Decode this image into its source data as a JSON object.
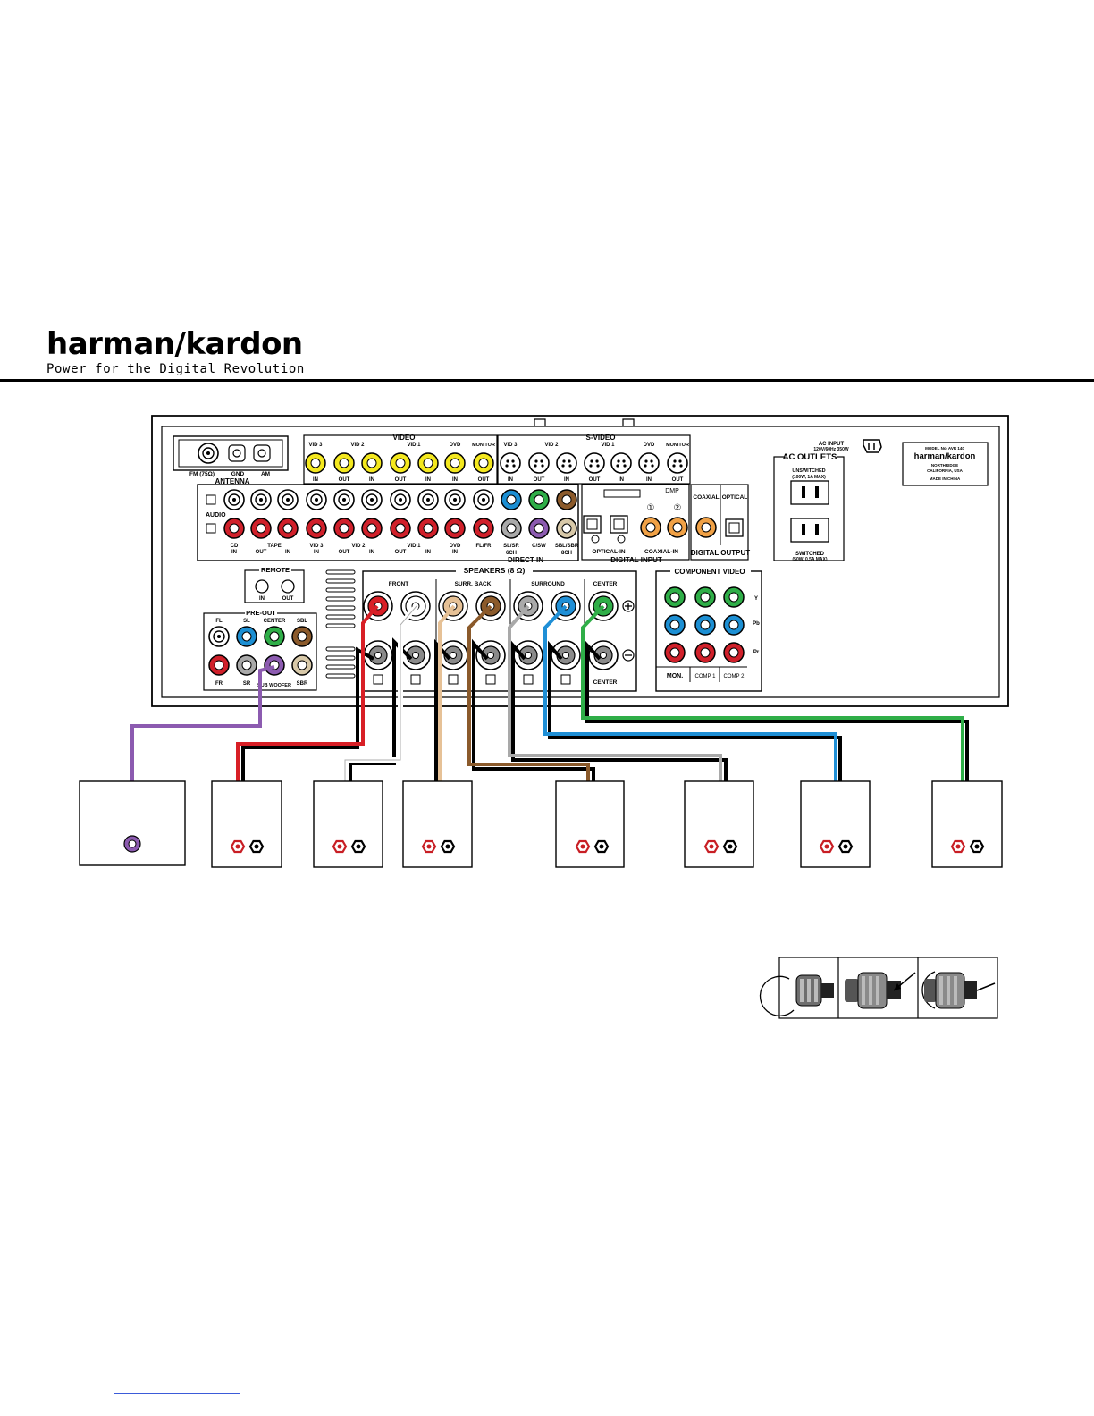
{
  "brand": {
    "name": "harman/kardon",
    "tagline": "Power for the Digital Revolution"
  },
  "panel": {
    "antenna": {
      "title": "ANTENNA",
      "labels": [
        "FM (75Ω)",
        "GND",
        "AM"
      ]
    },
    "video": {
      "title": "VIDEO",
      "groups": [
        "VID 3",
        "VID 2",
        "VID 1",
        "DVD",
        "MONITOR"
      ],
      "io": [
        "IN",
        "OUT",
        "IN",
        "OUT",
        "IN",
        "IN",
        "OUT"
      ]
    },
    "svideo": {
      "title": "S-VIDEO",
      "groups": [
        "VID 3",
        "VID 2",
        "VID 1",
        "DVD",
        "MONITOR"
      ],
      "io": [
        "IN",
        "OUT",
        "IN",
        "OUT",
        "IN",
        "IN",
        "OUT"
      ]
    },
    "audio": {
      "title": "AUDIO",
      "groups": [
        "CD",
        "TAPE",
        "VID 3",
        "VID 2",
        "VID 1",
        "DVD"
      ],
      "io": [
        "IN",
        "OUT",
        "IN",
        "IN",
        "OUT",
        "IN",
        "OUT",
        "IN",
        "IN"
      ]
    },
    "direct_in": {
      "title": "DIRECT IN",
      "labels": [
        "FL/FR",
        "SL/SR",
        "C/SW",
        "SBL/SBR"
      ],
      "sub": "6CH",
      "sub2": "8CH"
    },
    "dmp": "DMP",
    "digital_input": {
      "title": "DIGITAL INPUT",
      "labels": [
        "OPTICAL-IN",
        "COAXIAL-IN"
      ],
      "nums": [
        "①",
        "②"
      ]
    },
    "digital_output": {
      "title": "DIGITAL OUTPUT",
      "labels": [
        "COAXIAL",
        "OPTICAL"
      ]
    },
    "ac": {
      "input": "AC INPUT",
      "input_spec": "120V/60Hz 350W",
      "title": "AC OUTLETS",
      "unswitched": "UNSWITCHED",
      "unswitched_spec": "(100W, 1A MAX)",
      "switched": "SWITCHED",
      "switched_spec": "(50W, 0.5A MAX)"
    },
    "plate": {
      "line1": "MODEL No. AVR 140",
      "brand": "harman/kardon",
      "line3": "NORTHRIDGE",
      "line4": "CALIFORNIA, USA",
      "line5": "MADE IN CHINA"
    },
    "remote": {
      "title": "REMOTE",
      "labels": [
        "IN",
        "OUT"
      ]
    },
    "preout": {
      "title": "PRE-OUT",
      "top": [
        "FL",
        "SL",
        "CENTER",
        "SBL"
      ],
      "bottom": [
        "FR",
        "SR",
        "SUB WOOFER",
        "SBR"
      ]
    },
    "speakers": {
      "title": "SPEAKERS (8 Ω)",
      "groups": [
        "FRONT",
        "SURR. BACK",
        "SURROUND",
        "CENTER"
      ],
      "center_bottom": "CENTER"
    },
    "component": {
      "title": "COMPONENT VIDEO",
      "rows": [
        "Y",
        "Pb",
        "Pr"
      ],
      "cols": [
        "MON.",
        "COMP 1",
        "COMP 2"
      ]
    }
  },
  "wire_colors": {
    "subwoofer": "#8c5bb0",
    "front_left": "#d81f26",
    "front_right": "#ffffff",
    "surr_back_left": "#e6c196",
    "surr_back_right": "#8b5a2b",
    "surround_left": "#a9a9a9",
    "surround_right": "#1f8fd6",
    "center": "#2fae48"
  }
}
